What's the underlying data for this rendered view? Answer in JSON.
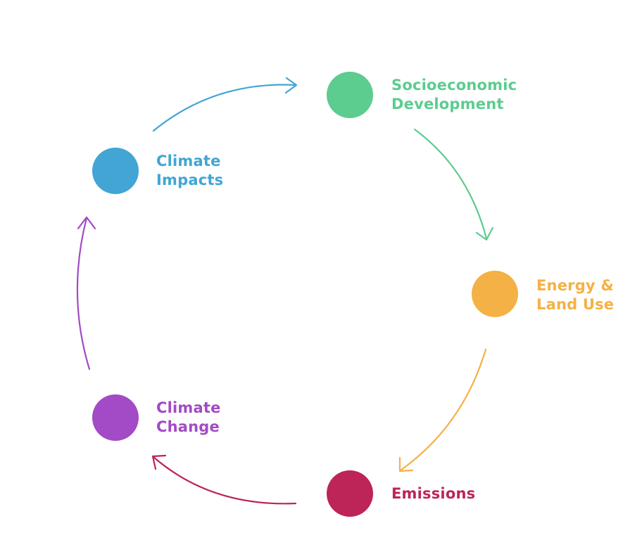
{
  "diagram": {
    "nodes": [
      {
        "id": "socioeconomic",
        "lines": [
          "Socioeconomic",
          "Development"
        ],
        "color": "#5ccc8f"
      },
      {
        "id": "energy",
        "lines": [
          "Energy &",
          "Land Use"
        ],
        "color": "#f4b145"
      },
      {
        "id": "emissions",
        "lines": [
          "Emissions"
        ],
        "color": "#bd2457"
      },
      {
        "id": "change",
        "lines": [
          "Climate",
          "Change"
        ],
        "color": "#a34ac6"
      },
      {
        "id": "impacts",
        "lines": [
          "Climate",
          "Impacts"
        ],
        "color": "#42a5d4"
      }
    ],
    "arrows": [
      {
        "from": "impacts",
        "to": "socioeconomic",
        "color": "#42a5d4"
      },
      {
        "from": "socioeconomic",
        "to": "energy",
        "color": "#5ccc8f"
      },
      {
        "from": "energy",
        "to": "emissions",
        "color": "#f4b145"
      },
      {
        "from": "emissions",
        "to": "change",
        "color": "#bd2457"
      },
      {
        "from": "change",
        "to": "impacts",
        "color": "#a34ac6"
      }
    ]
  }
}
